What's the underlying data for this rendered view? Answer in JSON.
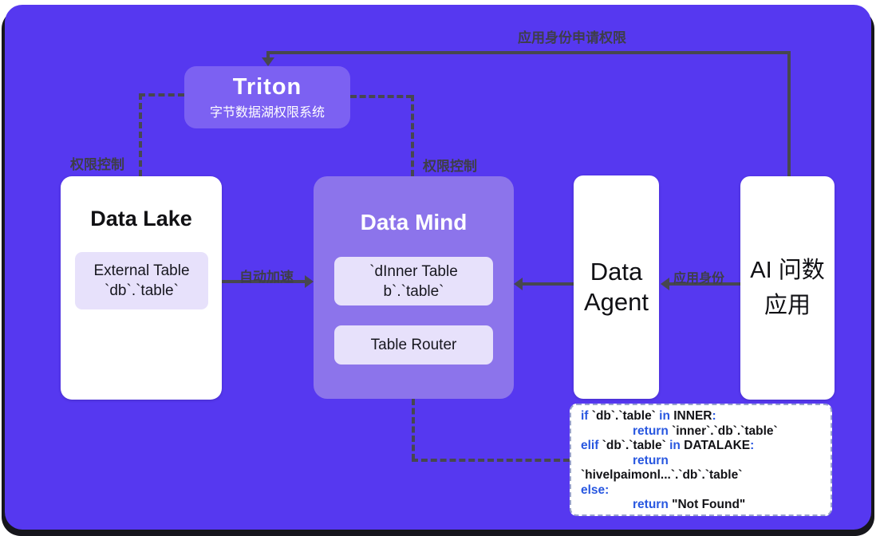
{
  "colors": {
    "background": "#5638F0",
    "triton_box": "#7C61F2",
    "data_mind_box": "#8C74EB",
    "chip": "#E7E1FB",
    "connector": "#47474F",
    "keyword_blue": "#2857E0"
  },
  "labels": {
    "top_arrow": "应用身份申请权限",
    "perm_left": "权限控制",
    "perm_right": "权限控制",
    "auto_accel": "自动加速",
    "app_identity": "应用身份"
  },
  "nodes": {
    "triton": {
      "title": "Triton",
      "subtitle": "字节数据湖权限系统"
    },
    "data_lake": {
      "title": "Data Lake",
      "table_line1": "External Table",
      "table_line2": "`db`.`table`"
    },
    "data_mind": {
      "title": "Data Mind",
      "inner_line1": "`dInner Table",
      "inner_line2": "b`.`table`",
      "router": "Table Router"
    },
    "data_agent": {
      "line1": "Data",
      "line2": "Agent"
    },
    "ai_app": {
      "line1": "AI 问数",
      "line2": "应用"
    }
  },
  "code": {
    "lines": [
      {
        "indent": false,
        "segments": [
          {
            "text": "if ",
            "kw": true
          },
          {
            "text": "`db`.`table` ",
            "kw": false
          },
          {
            "text": "in ",
            "kw": true
          },
          {
            "text": "INNER",
            "kw": false
          },
          {
            "text": ":",
            "kw": true
          }
        ]
      },
      {
        "indent": true,
        "segments": [
          {
            "text": "return ",
            "kw": true
          },
          {
            "text": "`inner`.`db`.`table`",
            "kw": false
          }
        ]
      },
      {
        "indent": false,
        "segments": [
          {
            "text": "elif ",
            "kw": true
          },
          {
            "text": "`db`.`table` ",
            "kw": false
          },
          {
            "text": "in ",
            "kw": true
          },
          {
            "text": "DATALAKE",
            "kw": false
          },
          {
            "text": ":",
            "kw": true
          }
        ]
      },
      {
        "indent": true,
        "segments": [
          {
            "text": "return",
            "kw": true
          }
        ]
      },
      {
        "indent": false,
        "segments": [
          {
            "text": "`hivelpaimonl...`.`db`.`table`",
            "kw": false
          }
        ]
      },
      {
        "indent": false,
        "segments": [
          {
            "text": "else:",
            "kw": true
          }
        ]
      },
      {
        "indent": true,
        "segments": [
          {
            "text": "return ",
            "kw": true
          },
          {
            "text": "\"Not Found\"",
            "kw": false
          }
        ]
      }
    ]
  }
}
